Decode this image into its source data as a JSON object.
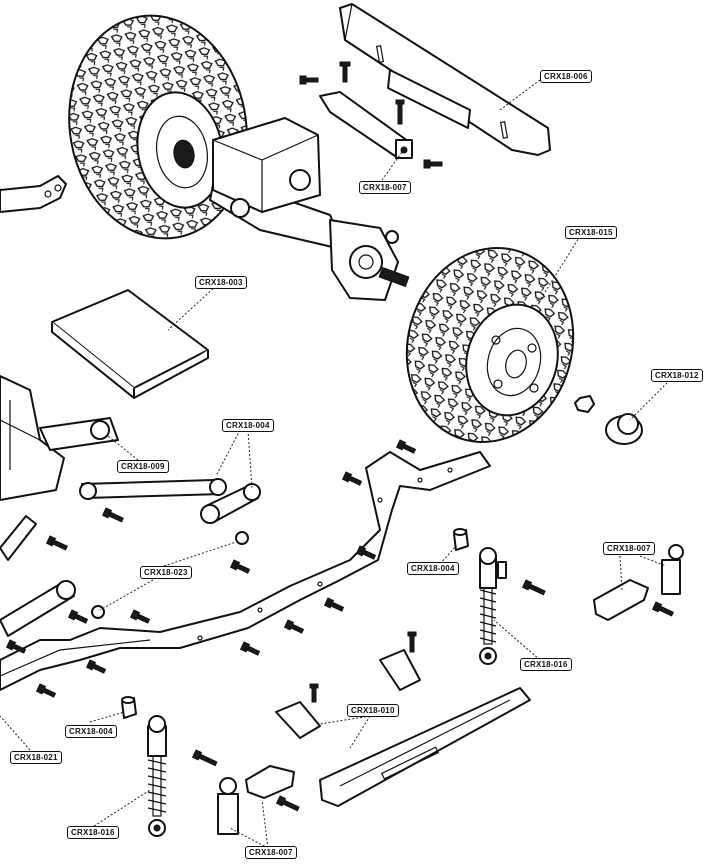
{
  "labels": {
    "crx18_006": "CRX18-006",
    "crx18_007_top": "CRX18-007",
    "crx18_015": "CRX18-015",
    "crx18_003": "CRX18-003",
    "crx18_012": "CRX18-012",
    "crx18_004_top": "CRX18-004",
    "crx18_009": "CRX18-009",
    "crx18_007_right": "CRX18-007",
    "crx18_023": "CRX18-023",
    "crx18_004_mid": "CRX18-004",
    "crx18_016_right": "CRX18-016",
    "crx18_010": "CRX18-010",
    "crx18_004_bottom": "CRX18-004",
    "crx18_021": "CRX18-021",
    "crx18_016_bottom": "CRX18-016",
    "crx18_007_bottom": "CRX18-007"
  }
}
